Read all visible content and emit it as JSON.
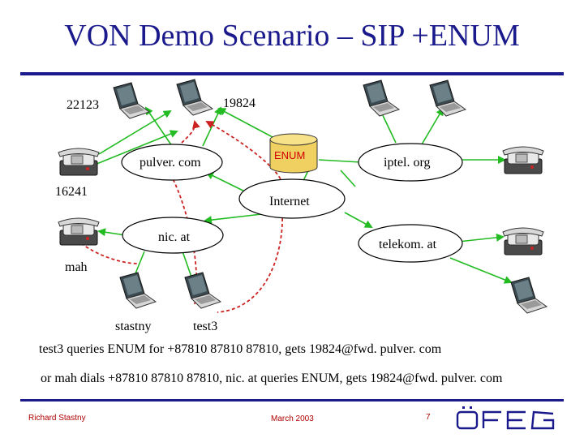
{
  "slide": {
    "title": "VON Demo Scenario – SIP +ENUM",
    "slide_number": "7"
  },
  "labels": {
    "n22123": "22123",
    "n19824": "19824",
    "n16241": "16241",
    "mah": "mah",
    "stastny": "stastny",
    "test3": "test3",
    "pulver": "pulver. com",
    "enum": "ENUM",
    "iptel": "iptel. org",
    "internet": "Internet",
    "nicat": "nic. at",
    "telekom": "telekom. at"
  },
  "captions": {
    "line1": "test3 queries ENUM for +87810 87810 87810, gets 19824@fwd. pulver. com",
    "line2": "or mah dials +87810 87810 87810, nic. at queries ENUM, gets 19824@fwd. pulver. com"
  },
  "footer": {
    "author": "Richard Stastny",
    "date": "March 2003"
  },
  "colors": {
    "title": "#1a1a8c",
    "green_link": "#22bb22",
    "red_dashed": "#cc2222",
    "enum_db": "#f0d060",
    "footer_text": "#b00000"
  },
  "logo": {
    "text": "ÖFEG"
  }
}
